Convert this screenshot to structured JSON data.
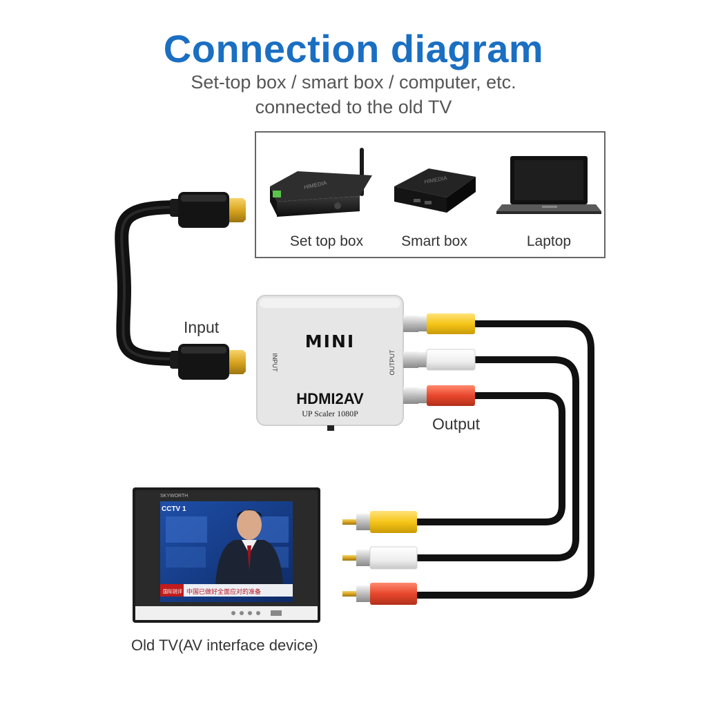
{
  "title": "Connection diagram",
  "subtitle_line1": "Set-top box / smart box / computer, etc.",
  "subtitle_line2": "connected to the old TV",
  "devices": [
    {
      "label": "Set top box",
      "brand_text": "HIMEDIA"
    },
    {
      "label": "Smart box",
      "brand_text": "HIMEDIA"
    },
    {
      "label": "Laptop"
    }
  ],
  "converter": {
    "mini_label": "MINI",
    "input_label": "INPUT",
    "output_label": "OUTPUT",
    "model": "HDMI2AV",
    "model_sub": "UP Scaler 1080P"
  },
  "input_label": "Input",
  "output_label": "Output",
  "tv": {
    "label": "Old TV(AV interface device)",
    "brand_text": "SKYWORTH",
    "channel_text": "CCTV 1",
    "ticker_text": "中国已做好全面应对的准备",
    "ticker_tag": "国际锐评"
  },
  "colors": {
    "title": "#1a6fc2",
    "yellow_plug": "#f5c518",
    "white_plug": "#f2f2f2",
    "red_plug": "#e8472c",
    "cable": "#111111",
    "hdmi_gold": "#d9a520"
  }
}
